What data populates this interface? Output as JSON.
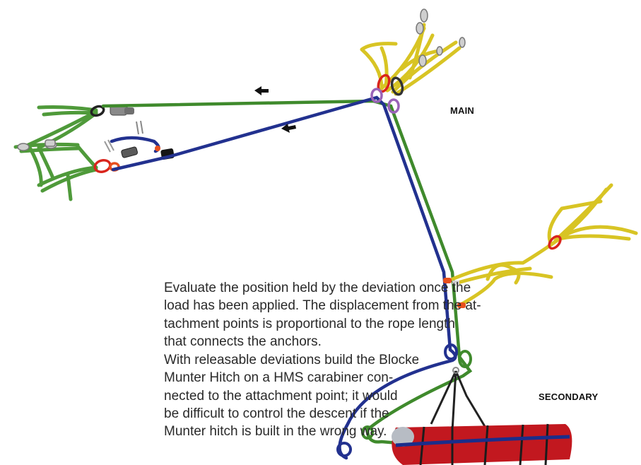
{
  "labels": {
    "main": "MAIN",
    "secondary": "SECONDARY"
  },
  "text": {
    "paragraph_1": [
      "Evaluate the position held by the deviation once the",
      "load has been applied. The displacement from the at-",
      "tachment points is proportional to the rope length",
      "that connects the anchors."
    ],
    "paragraph_2": [
      "With releasable deviations build the Blocked",
      "Munter Hitch on a HMS carabiner con-",
      "nected to the attachment point; it would",
      "be difficult to control the descent if the",
      "Munter hitch is built in the wrong way."
    ]
  },
  "colors": {
    "main_rope": "#3f8a2c",
    "secondary_rope": "#22318f",
    "sling_green": "#4f9a3a",
    "sling_yellow": "#d8c424",
    "carabiner_purple": "#9a63b8",
    "carabiner_red": "#d9241c",
    "carabiner_orange": "#e8501e",
    "stretcher_red": "#c2181f"
  },
  "icons": {
    "direction_arrows": "left-arrow-icon",
    "carabiners": "carabiner-icon",
    "descender_device": "belay-device-icon",
    "stretcher": "rescue-stretcher-icon"
  }
}
